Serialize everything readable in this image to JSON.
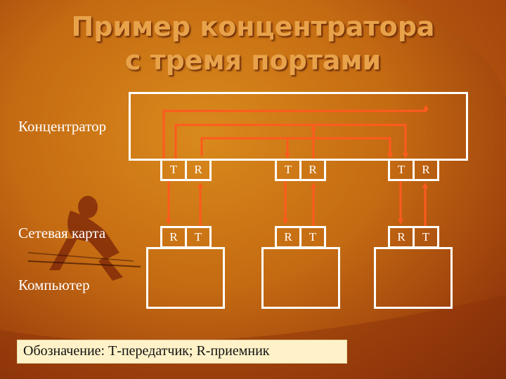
{
  "title": {
    "line1": "Пример концентратора",
    "line2": "с тремя портами"
  },
  "labels": {
    "hub": "Концентратор",
    "nic": "Сетевая карта",
    "computer": "Компьютер"
  },
  "ports": {
    "hub": [
      {
        "left": "T",
        "right": "R"
      },
      {
        "left": "T",
        "right": "R"
      },
      {
        "left": "T",
        "right": "R"
      }
    ],
    "nic": [
      {
        "left": "R",
        "right": "T"
      },
      {
        "left": "R",
        "right": "T"
      },
      {
        "left": "R",
        "right": "T"
      }
    ]
  },
  "legend": "Обозначение: Т-передатчик; R-приемник",
  "colors": {
    "wire": "#ff5a1e",
    "outline": "#ffffff",
    "title": "#e8a24a"
  }
}
